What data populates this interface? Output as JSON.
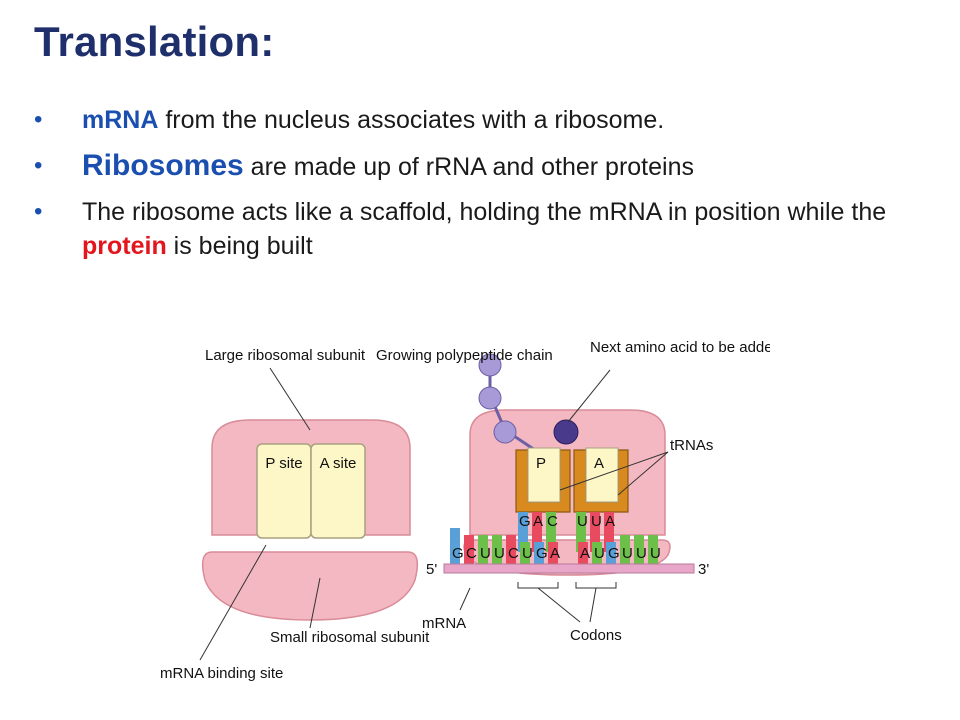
{
  "slide": {
    "title": "Translation:",
    "bullets": [
      {
        "keyword": "mRNA",
        "rest": " from the nucleus associates with a ribosome."
      },
      {
        "keyword": "Ribosomes",
        "rest": " are made up of rRNA and other proteins"
      },
      {
        "prefix": "The ribosome acts like a scaffold, holding the mRNA in position while the ",
        "keyword": "protein",
        "suffix": " is being built"
      }
    ]
  },
  "diagram": {
    "left": {
      "large_subunit": "Large ribosomal subunit",
      "p_site": "P site",
      "a_site": "A site",
      "small_subunit": "Small ribosomal subunit",
      "mrna_binding_site": "mRNA binding site"
    },
    "right": {
      "growing_chain": "Growing polypeptide chain",
      "next_amino": "Next amino acid to be added to the chain",
      "trnas": "tRNAs",
      "p": "P",
      "a": "A",
      "five_prime": "5'",
      "three_prime": "3'",
      "mrna": "mRNA",
      "codons": "Codons",
      "anticodon_letters": [
        "G",
        "A",
        "C",
        "U",
        "U",
        "A"
      ],
      "mrna_letters": [
        "G",
        "C",
        "U",
        "U",
        "C",
        "U",
        "G",
        "A",
        "A",
        "U",
        "G",
        "U",
        "U",
        "U"
      ]
    },
    "colors": {
      "ribosome": "#f3b8c1",
      "site_fill": "#fdf6c6",
      "trna": "#d98a1e",
      "mrna_strand": "#e8a7c8",
      "amino_acid": "#a89ad6",
      "next_amino_acid": "#4a3a8c"
    }
  }
}
